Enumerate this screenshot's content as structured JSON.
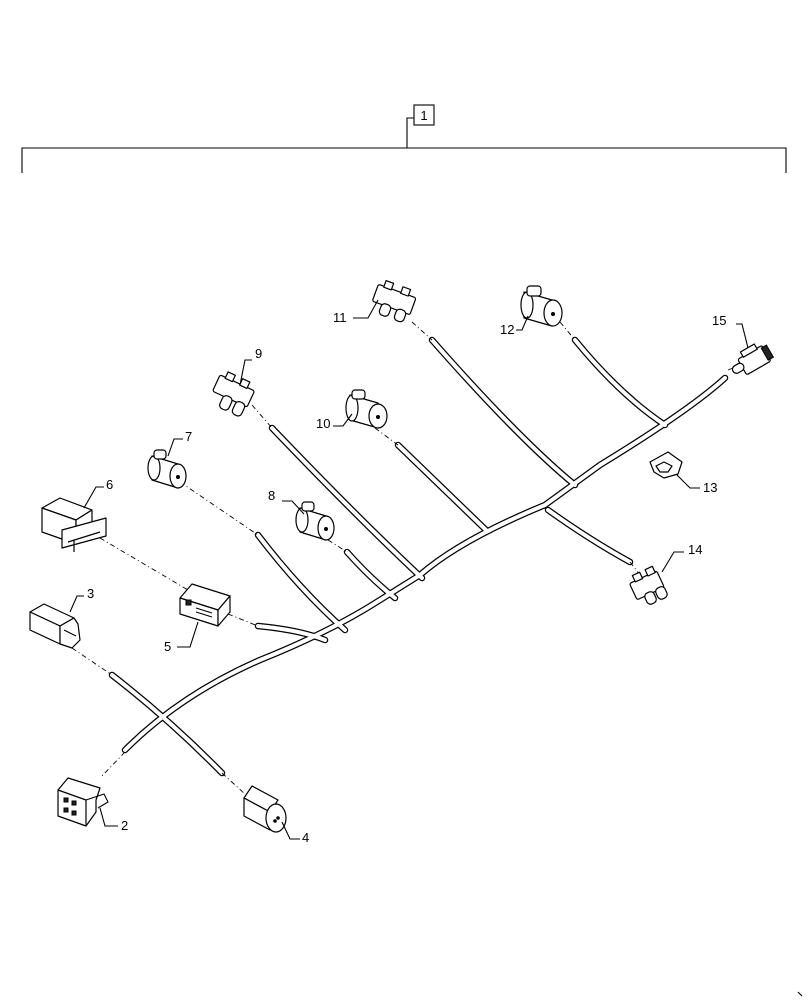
{
  "assembly": {
    "item_number": "1"
  },
  "callouts": [
    {
      "id": "2",
      "label": "2"
    },
    {
      "id": "3",
      "label": "3"
    },
    {
      "id": "4",
      "label": "4"
    },
    {
      "id": "5",
      "label": "5"
    },
    {
      "id": "6",
      "label": "6"
    },
    {
      "id": "7",
      "label": "7"
    },
    {
      "id": "8",
      "label": "8"
    },
    {
      "id": "9",
      "label": "9"
    },
    {
      "id": "10",
      "label": "10"
    },
    {
      "id": "11",
      "label": "11"
    },
    {
      "id": "12",
      "label": "12"
    },
    {
      "id": "13",
      "label": "13"
    },
    {
      "id": "14",
      "label": "14"
    },
    {
      "id": "15",
      "label": "15"
    }
  ],
  "colors": {
    "line": "#000000",
    "background": "#ffffff"
  }
}
